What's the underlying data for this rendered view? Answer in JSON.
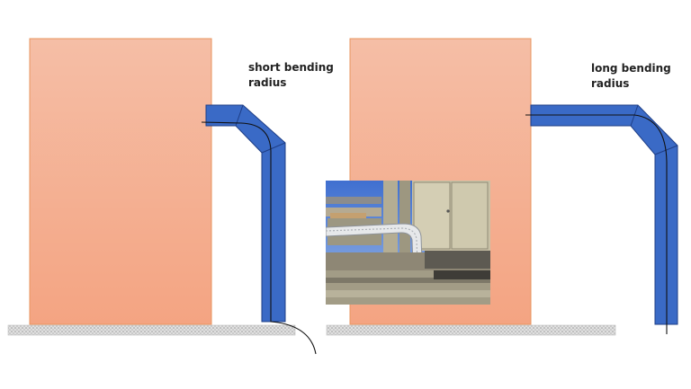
{
  "labels": {
    "left": {
      "line1": "short bending",
      "line2": "radius"
    },
    "right": {
      "line1": "long bending",
      "line2": "radius"
    }
  },
  "colors": {
    "cabinet_top": "#f5bea6",
    "cabinet_bottom": "#f4a482",
    "cabinet_border": "#e8955f",
    "duct": "#3a6ac6",
    "duct_outline": "#1e3e86",
    "cable": "#111111",
    "floor": "#d3d3d3"
  },
  "photo": {
    "icon": "site-photo-rooftop-cable-tray"
  }
}
